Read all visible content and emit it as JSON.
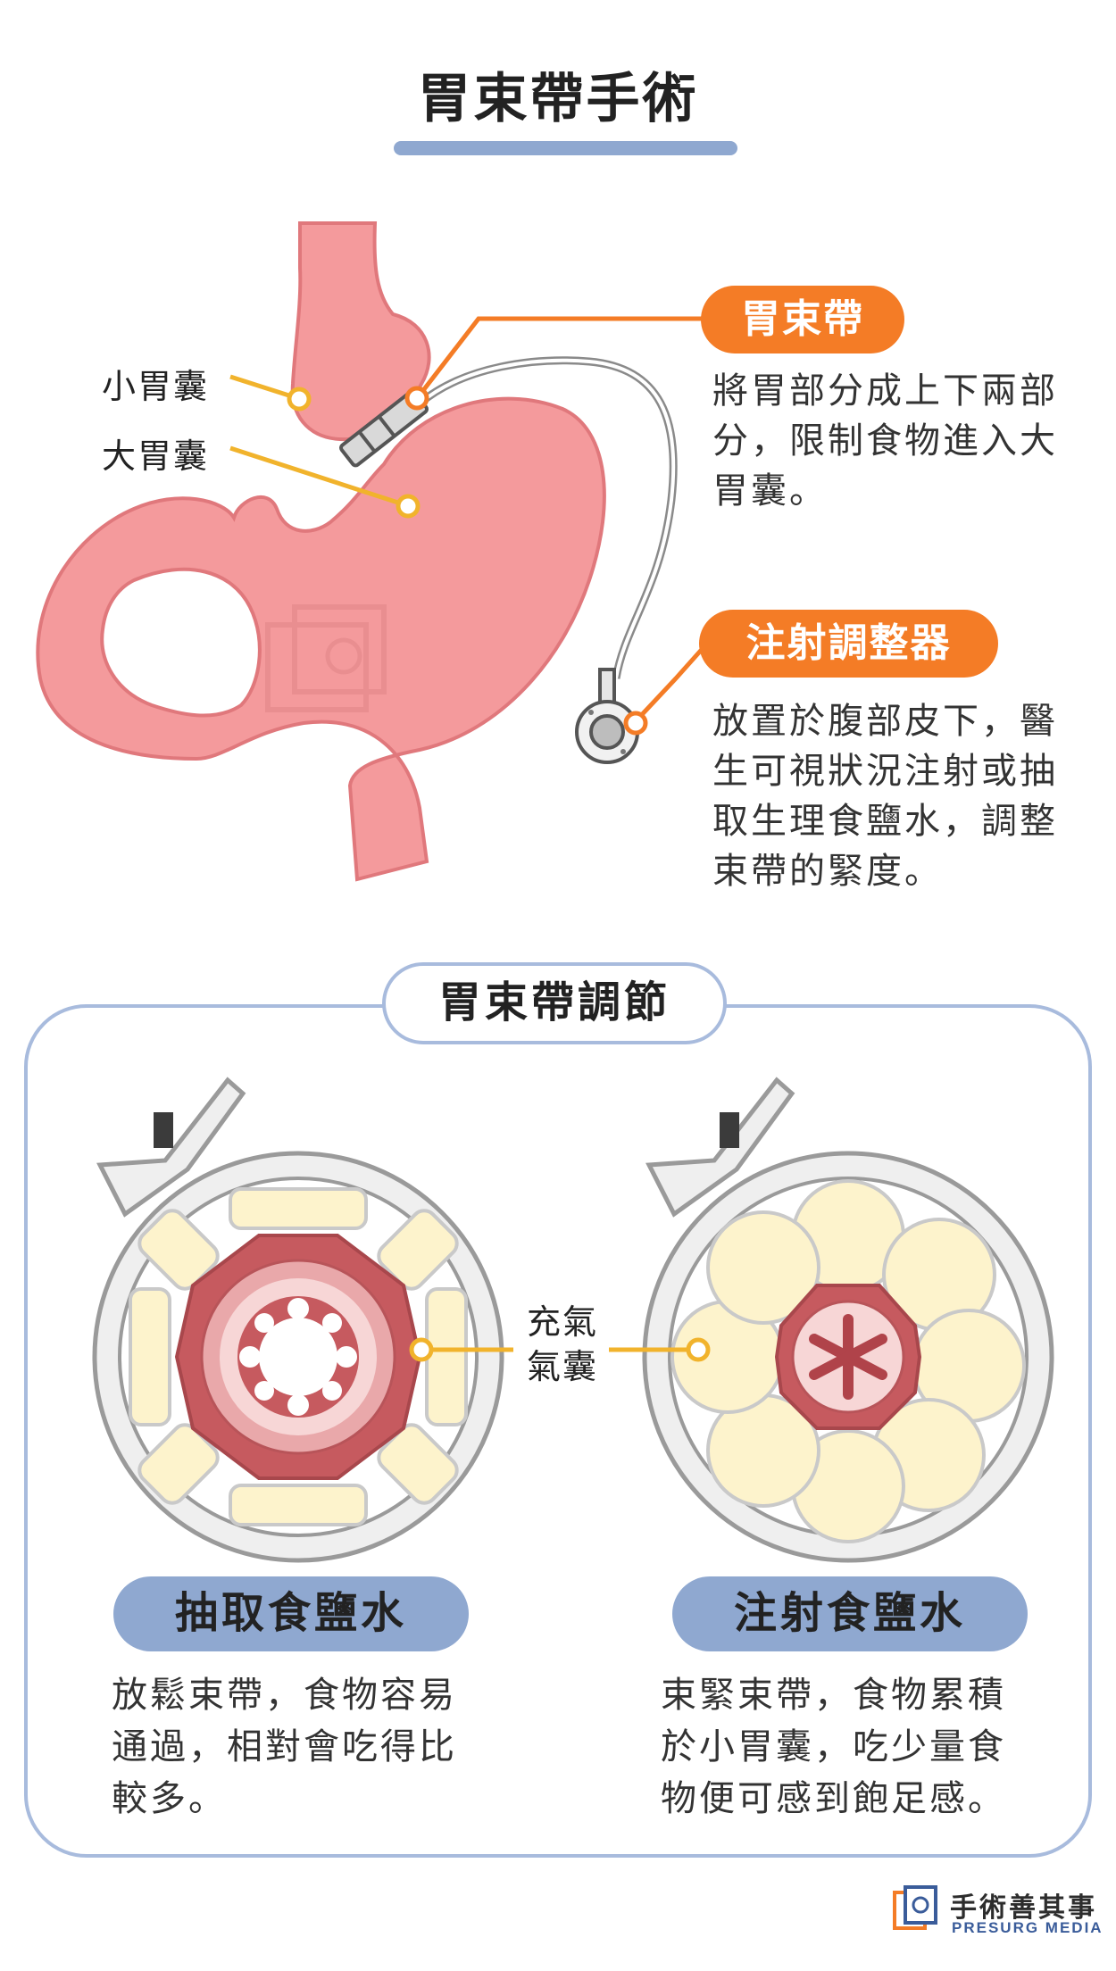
{
  "title": "胃束帶手術",
  "labels": {
    "small_pouch": "小胃囊",
    "large_pouch": "大胃囊"
  },
  "band": {
    "heading": "胃束帶",
    "lines": [
      "將胃部分成上下兩部",
      "分，限制食物進入大",
      "胃囊。"
    ]
  },
  "port": {
    "heading": "注射調整器",
    "lines": [
      "放置於腹部皮下，醫",
      "生可視狀況注射或抽",
      "取生理食鹽水，調整",
      "束帶的緊度。"
    ]
  },
  "adjust": {
    "heading": "胃束帶調節",
    "balloon_label": [
      "充氣",
      "氣囊"
    ],
    "left": {
      "heading": "抽取食鹽水",
      "lines": [
        "放鬆束帶，食物容易",
        "通過，相對會吃得比",
        "較多。"
      ]
    },
    "right": {
      "heading": "注射食鹽水",
      "lines": [
        "束緊束帶，食物累積",
        "於小胃囊，吃少量食",
        "物便可感到飽足感。"
      ]
    }
  },
  "logo": {
    "name": "手術善其事",
    "name_en": "PRESURG MEDIA"
  },
  "colors": {
    "accent_orange": "#f47c26",
    "accent_blue": "#8fa8d0",
    "stomach": "#f49a9c",
    "balloon": "#fdf3cc",
    "tissue": "#c65a5f"
  }
}
